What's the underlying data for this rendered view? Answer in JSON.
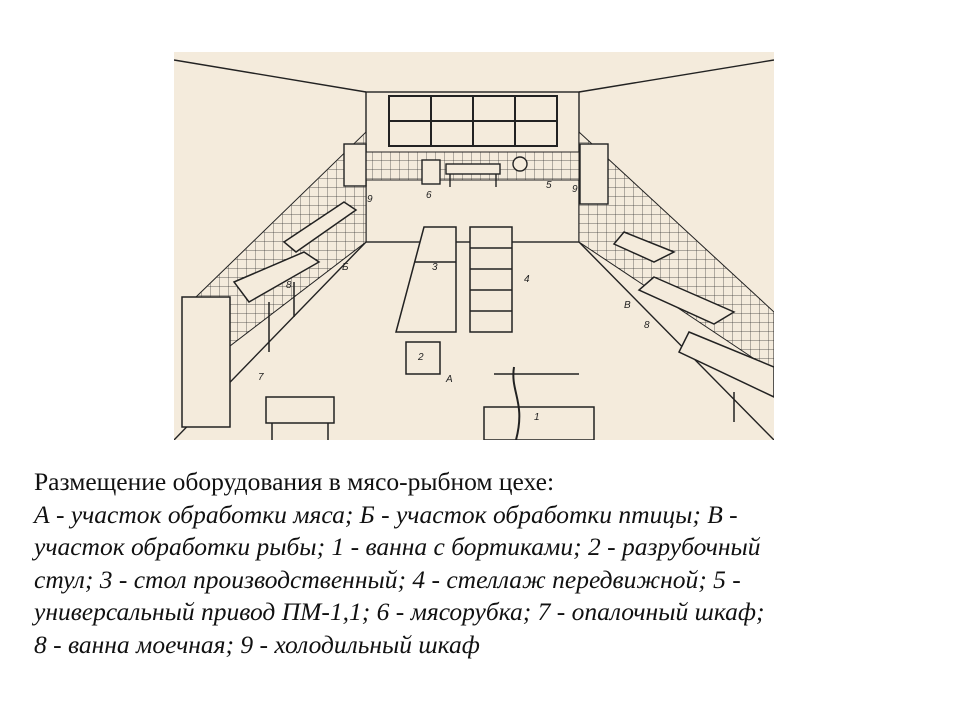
{
  "figure": {
    "labels": {
      "a": "А",
      "b": "Б",
      "v": "В",
      "n1": "1",
      "n2": "2",
      "n3": "3",
      "n4": "4",
      "n5": "5",
      "n6": "6",
      "n7": "7",
      "n8": "8",
      "n9": "9"
    }
  },
  "caption": {
    "title": "Размещение оборудования в мясо-рыбном цехе:",
    "lines": [
      "А - участок обработки мяса; Б - участок обработки птицы; В -",
      "участок обработки рыбы; 1 - ванна с бортиками; 2 - разрубочный",
      "стул; 3 - стол производственный; 4 - стеллаж передвижной; 5 -",
      "универсальный привод ПМ-1,1; 6 - мясорубка; 7 - опалочный шкаф;",
      "8 - ванна моечная; 9 - холодильный шкаф"
    ]
  },
  "colors": {
    "figure_bg": "#f4ebdc",
    "line": "#222222"
  }
}
